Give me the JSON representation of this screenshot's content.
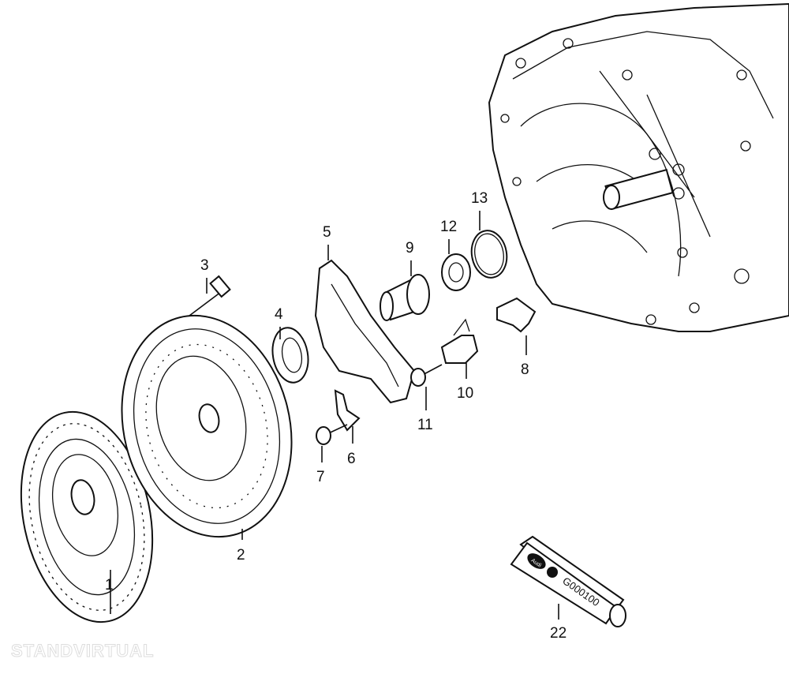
{
  "diagram": {
    "callouts": [
      {
        "id": "1",
        "label": "1"
      },
      {
        "id": "2",
        "label": "2"
      },
      {
        "id": "3",
        "label": "3"
      },
      {
        "id": "4",
        "label": "4"
      },
      {
        "id": "5",
        "label": "5"
      },
      {
        "id": "6",
        "label": "6"
      },
      {
        "id": "7",
        "label": "7"
      },
      {
        "id": "8",
        "label": "8"
      },
      {
        "id": "9",
        "label": "9"
      },
      {
        "id": "10",
        "label": "10"
      },
      {
        "id": "11",
        "label": "11"
      },
      {
        "id": "12",
        "label": "12"
      },
      {
        "id": "13",
        "label": "13"
      },
      {
        "id": "22",
        "label": "22"
      }
    ],
    "tube_code": "G000100",
    "tube_brand": "Audi",
    "watermark": "STANDVIRTUAL"
  }
}
